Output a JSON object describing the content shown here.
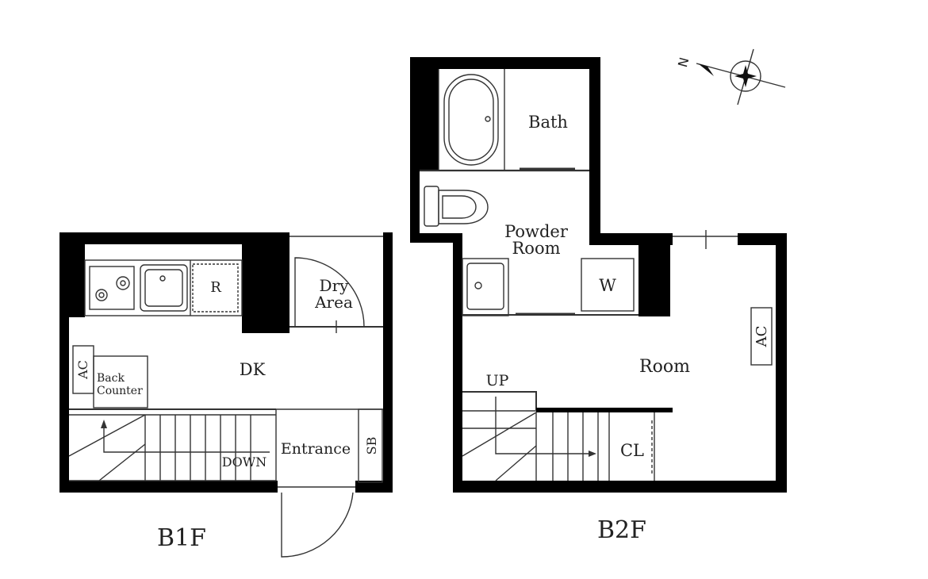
{
  "floors": [
    {
      "label": "B1F",
      "rooms": {
        "dry": [
          "Dry",
          "Area"
        ],
        "dk": "DK",
        "back_counter": [
          "Back",
          "Counter"
        ],
        "entrance": "Entrance",
        "fridge": "R",
        "ac": "AC",
        "shoe_box": "SB",
        "stairs_down": "DOWN"
      }
    },
    {
      "label": "B2F",
      "rooms": {
        "bath": "Bath",
        "powder": [
          "Powder",
          "Room"
        ],
        "washer": "W",
        "room": "Room",
        "ac": "AC",
        "closet": "CL",
        "stairs_up": "UP"
      }
    }
  ],
  "compass": {
    "north_label": "N"
  }
}
